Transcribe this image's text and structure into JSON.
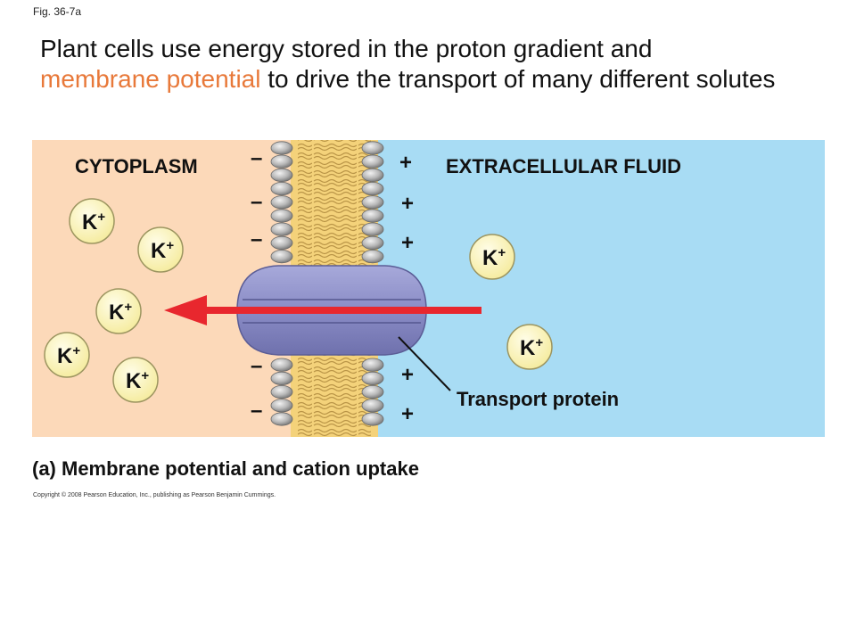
{
  "fig_label": "Fig. 36-7a",
  "headline": {
    "part1": "Plant cells use energy stored in the proton gradient and",
    "highlight": "membrane potential",
    "part2": "to drive the transport of many different solutes"
  },
  "colors": {
    "cytoplasm": "#fcd9b9",
    "extracellular": "#a8dcf4",
    "highlight": "#e8793a",
    "arrow": "#e8272e",
    "protein": "#8d8fc7",
    "ion": "#fdf7c4"
  },
  "labels": {
    "cytoplasm": "CYTOPLASM",
    "extracellular": "EXTRACELLULAR FLUID",
    "transport_protein": "Transport protein",
    "minus": "–",
    "plus": "+"
  },
  "ion_label": {
    "base": "K",
    "charge": "+"
  },
  "caption": "(a) Membrane potential and cation uptake",
  "copyright": "Copyright © 2008 Pearson Education, Inc., publishing as Pearson Benjamin Cummings."
}
